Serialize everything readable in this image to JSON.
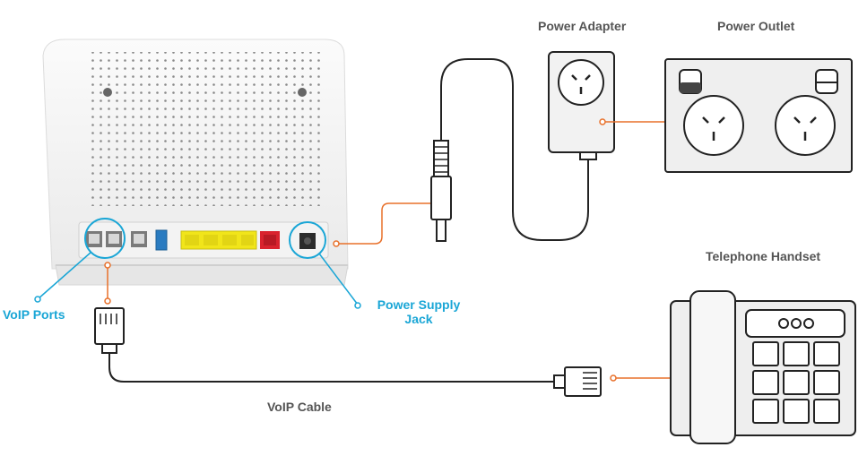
{
  "labels": {
    "power_adapter": "Power Adapter",
    "power_outlet": "Power Outlet",
    "telephone_handset": "Telephone Handset",
    "voip_ports": "VoIP Ports",
    "power_supply_jack_line1": "Power Supply",
    "power_supply_jack_line2": "Jack",
    "voip_cable": "VoIP Cable"
  },
  "colors": {
    "callout_orange": "#e8702a",
    "callout_blue": "#1aa6d6",
    "label_grey": "#555555",
    "port_yellow": "#f1e51a",
    "port_red": "#d9232e",
    "port_blue": "#2a7bc0",
    "device_outline": "#222222",
    "device_fill": "#eeeeee"
  },
  "icons": {
    "router": "router-device",
    "adapter": "power-adapter-plug",
    "outlet": "double-power-outlet",
    "phone": "desk-telephone",
    "rj11": "rj11-connector",
    "dc_plug": "dc-barrel-plug"
  }
}
